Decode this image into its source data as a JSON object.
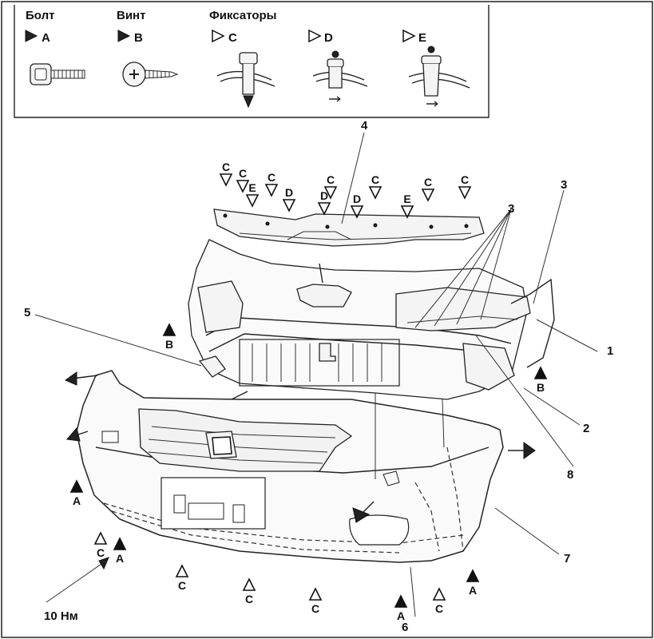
{
  "legend": {
    "items": [
      {
        "header": "Болт",
        "mark": "A",
        "filled": true,
        "icon": "bolt-icon"
      },
      {
        "header": "Винт",
        "mark": "B",
        "filled": true,
        "icon": "screw-icon"
      },
      {
        "header": "Фиксаторы",
        "mark": "C",
        "filled": false,
        "icon": "clip-c-icon"
      },
      {
        "header": "",
        "mark": "D",
        "filled": false,
        "icon": "clip-d-icon"
      },
      {
        "header": "",
        "mark": "E",
        "filled": false,
        "icon": "clip-e-icon"
      }
    ]
  },
  "callouts": [
    "1",
    "2",
    "3",
    "3",
    "4",
    "5",
    "6",
    "7",
    "8"
  ],
  "torque": "10 Нм",
  "markers": [
    {
      "m": "C",
      "f": false
    },
    {
      "m": "C",
      "f": false
    },
    {
      "m": "E",
      "f": false
    },
    {
      "m": "C",
      "f": false
    },
    {
      "m": "D",
      "f": false
    },
    {
      "m": "D",
      "f": false
    },
    {
      "m": "C",
      "f": false
    },
    {
      "m": "D",
      "f": false
    },
    {
      "m": "C",
      "f": false
    },
    {
      "m": "E",
      "f": false
    },
    {
      "m": "C",
      "f": false
    },
    {
      "m": "C",
      "f": false
    },
    {
      "m": "B",
      "f": true
    },
    {
      "m": "B",
      "f": true
    },
    {
      "m": "A",
      "f": true
    },
    {
      "m": "C",
      "f": false
    },
    {
      "m": "A",
      "f": true
    },
    {
      "m": "C",
      "f": false
    },
    {
      "m": "C",
      "f": false
    },
    {
      "m": "C",
      "f": false
    },
    {
      "m": "A",
      "f": true
    },
    {
      "m": "C",
      "f": false
    },
    {
      "m": "A",
      "f": true
    }
  ],
  "colors": {
    "ink": "#111111",
    "paper": "#ffffff"
  }
}
